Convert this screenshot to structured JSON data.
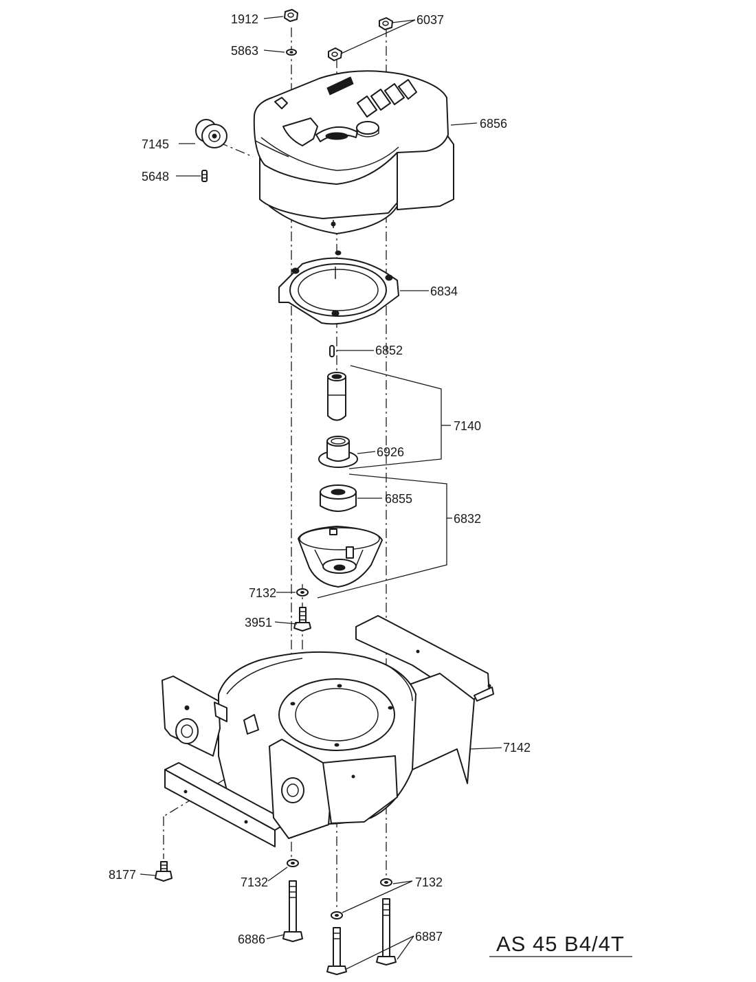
{
  "model_title": "AS 45 B4/4T",
  "labels": {
    "p1912": "1912",
    "p6037": "6037",
    "p5863": "5863",
    "p6856": "6856",
    "p7145": "7145",
    "p5648": "5648",
    "p6834": "6834",
    "p6852": "6852",
    "p7140": "7140",
    "p6926": "6926",
    "p6855": "6855",
    "p6832": "6832",
    "p7132_upper": "7132",
    "p3951": "3951",
    "p7142": "7142",
    "p8177": "8177",
    "p7132_lower_left": "7132",
    "p7132_lower_right": "7132",
    "p6886": "6886",
    "p6887": "6887"
  }
}
